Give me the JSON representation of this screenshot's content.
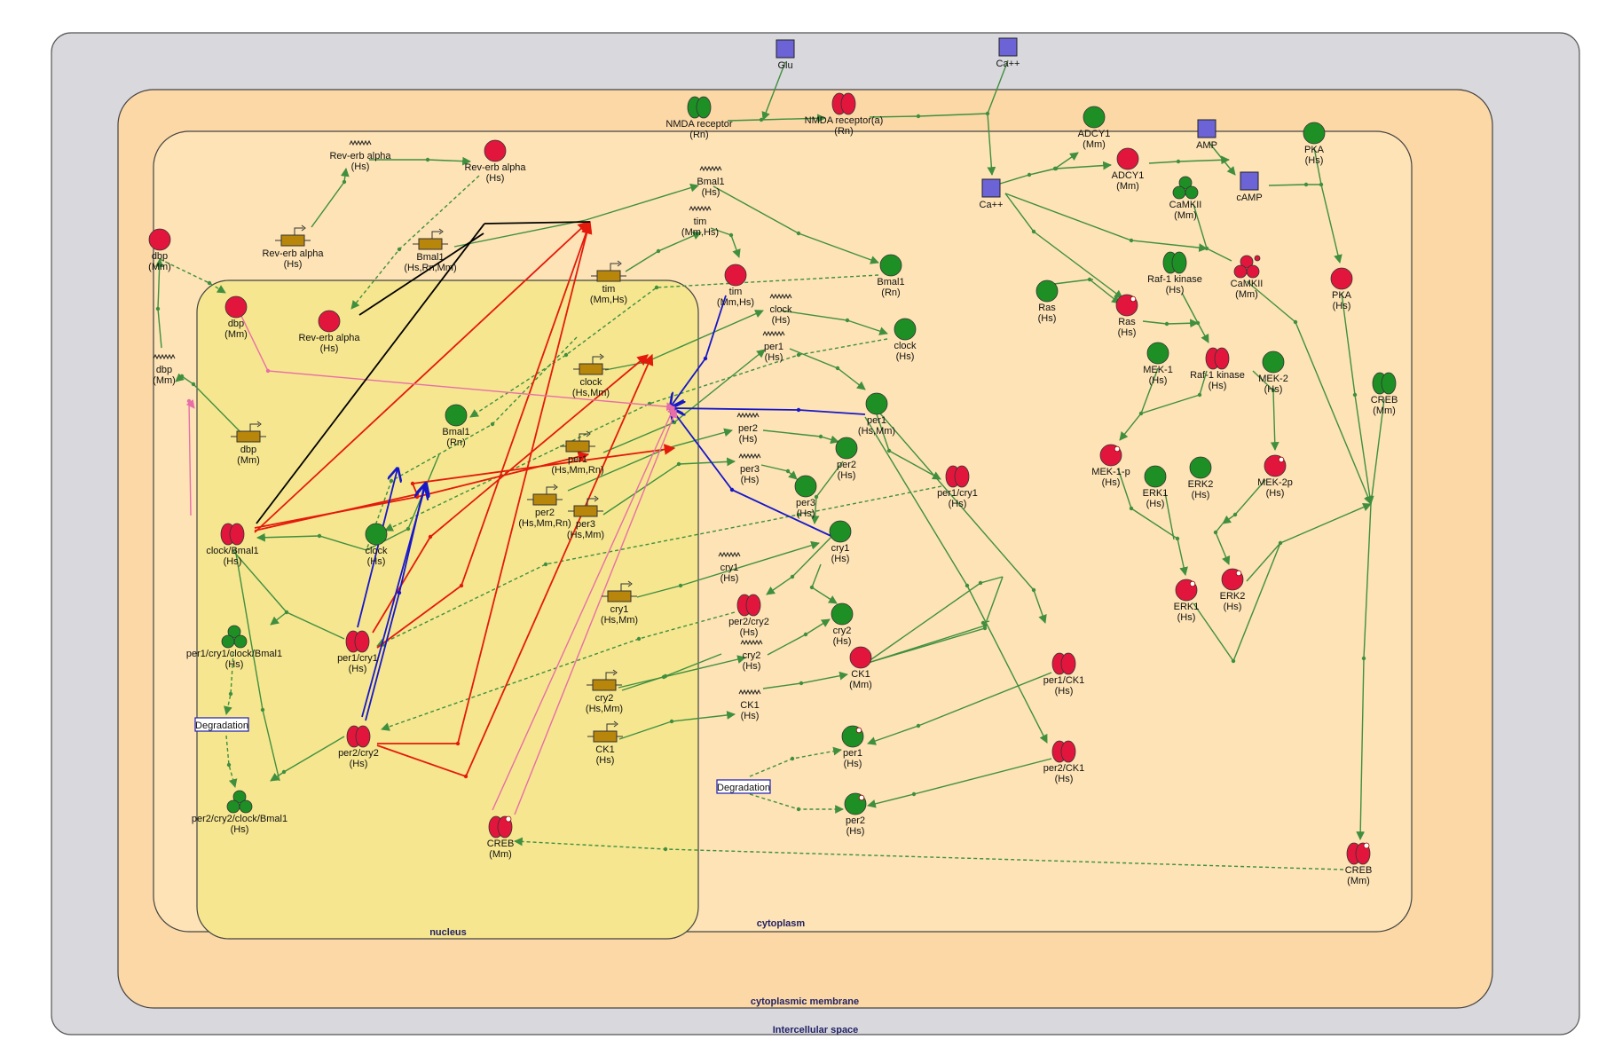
{
  "compartments": {
    "extracellular": "Intercellular space",
    "membrane": "cytoplasmic membrane",
    "cytoplasm": "cytoplasm",
    "nucleus": "nucleus"
  },
  "colors": {
    "extracellular": "#d9d8dd",
    "membrane": "#fbd8a6",
    "cytoplasm": "#fde3b5",
    "nucleus": "#f6e68f",
    "protein_red": "#e2163c",
    "protein_green": "#1e8f25",
    "small_molecule": "#6b63d6",
    "gene": "#b8860b",
    "edge_green": "#3f8f3f",
    "edge_red": "#e41a0c",
    "edge_blue": "#1717c9",
    "edge_pink": "#e86ea8",
    "edge_black": "#000000"
  },
  "nodes": [
    {
      "id": "glu",
      "type": "small-molecule",
      "l1": "Glu",
      "l2": ""
    },
    {
      "id": "ca_ext",
      "type": "small-molecule",
      "l1": "Ca++",
      "l2": ""
    },
    {
      "id": "nmda_rn",
      "type": "receptor-green",
      "l1": "NMDA receptor",
      "l2": "(Rn)"
    },
    {
      "id": "nmda_a_rn",
      "type": "receptor-red",
      "l1": "NMDA receptor(a)",
      "l2": "(Rn)"
    },
    {
      "id": "ca_cyt",
      "type": "small-molecule",
      "l1": "Ca++",
      "l2": ""
    },
    {
      "id": "adcy1_mm",
      "type": "protein-green",
      "l1": "ADCY1",
      "l2": "(Mm)"
    },
    {
      "id": "adcy1_a_mm",
      "type": "protein-red",
      "l1": "ADCY1",
      "l2": "(Mm)"
    },
    {
      "id": "amp",
      "type": "small-molecule",
      "l1": "AMP",
      "l2": ""
    },
    {
      "id": "camp",
      "type": "small-molecule",
      "l1": "cAMP",
      "l2": ""
    },
    {
      "id": "pka_hs",
      "type": "protein-green",
      "l1": "PKA",
      "l2": "(Hs)"
    },
    {
      "id": "pka_a_hs",
      "type": "protein-red",
      "l1": "PKA",
      "l2": "(Hs)"
    },
    {
      "id": "camkii_mm",
      "type": "complex-green",
      "l1": "CaMKII",
      "l2": "(Mm)"
    },
    {
      "id": "camkii_a_mm",
      "type": "complex-red",
      "l1": "CaMKII",
      "l2": "(Mm)"
    },
    {
      "id": "ras_hs",
      "type": "protein-green",
      "l1": "Ras",
      "l2": "(Hs)"
    },
    {
      "id": "ras_a_hs",
      "type": "protein-red-p",
      "l1": "Ras",
      "l2": "(Hs)"
    },
    {
      "id": "raf1_hs",
      "type": "receptor-green",
      "l1": "Raf-1 kinase",
      "l2": "(Hs)"
    },
    {
      "id": "raf1_a_hs",
      "type": "receptor-red",
      "l1": "Raf-1 kinase",
      "l2": "(Hs)"
    },
    {
      "id": "mek1_hs",
      "type": "protein-green",
      "l1": "MEK-1",
      "l2": "(Hs)"
    },
    {
      "id": "mek2_hs",
      "type": "protein-green",
      "l1": "MEK-2",
      "l2": "(Hs)"
    },
    {
      "id": "mek1p_hs",
      "type": "protein-red-p",
      "l1": "MEK-1-p",
      "l2": "(Hs)"
    },
    {
      "id": "mek2p_hs",
      "type": "protein-red-p",
      "l1": "MEK-2p",
      "l2": "(Hs)"
    },
    {
      "id": "erk1_hs",
      "type": "protein-green",
      "l1": "ERK1",
      "l2": "(Hs)"
    },
    {
      "id": "erk2_hs",
      "type": "protein-green",
      "l1": "ERK2",
      "l2": "(Hs)"
    },
    {
      "id": "erk1_a_hs",
      "type": "protein-red-p",
      "l1": "ERK1",
      "l2": "(Hs)"
    },
    {
      "id": "erk2_a_hs",
      "type": "protein-red-p",
      "l1": "ERK2",
      "l2": "(Hs)"
    },
    {
      "id": "creb_cyt_mm",
      "type": "receptor-green",
      "l1": "CREB",
      "l2": "(Mm)"
    },
    {
      "id": "creb_a_cyt_mm",
      "type": "receptor-red-p",
      "l1": "CREB",
      "l2": "(Mm)"
    },
    {
      "id": "creb_nuc_mm",
      "type": "receptor-red-p",
      "l1": "CREB",
      "l2": "(Mm)"
    },
    {
      "id": "reverb_rna",
      "type": "rna",
      "l1": "Rev-erb alpha",
      "l2": "(Hs)"
    },
    {
      "id": "reverb_prot_cyt",
      "type": "protein-red",
      "l1": "Rev-erb alpha",
      "l2": "(Hs)"
    },
    {
      "id": "reverb_gene",
      "type": "gene",
      "l1": "Rev-erb alpha",
      "l2": "(Hs)"
    },
    {
      "id": "bmal1_gene",
      "type": "gene",
      "l1": "Bmal1",
      "l2": "(Hs,Rn,Mm)"
    },
    {
      "id": "reverb_prot_nuc",
      "type": "protein-red",
      "l1": "Rev-erb alpha",
      "l2": "(Hs)"
    },
    {
      "id": "dbp_cyt",
      "type": "protein-red",
      "l1": "dbp",
      "l2": "(Mm)"
    },
    {
      "id": "dbp_nuc",
      "type": "protein-red",
      "l1": "dbp",
      "l2": "(Mm)"
    },
    {
      "id": "dbp_rna",
      "type": "rna",
      "l1": "dbp",
      "l2": "(Mm)"
    },
    {
      "id": "dbp_gene",
      "type": "gene",
      "l1": "dbp",
      "l2": "(Mm)"
    },
    {
      "id": "bmal1_rna",
      "type": "rna",
      "l1": "Bmal1",
      "l2": "(Hs)"
    },
    {
      "id": "bmal1_cyt",
      "type": "protein-green",
      "l1": "Bmal1",
      "l2": "(Rn)"
    },
    {
      "id": "bmal1_nuc",
      "type": "protein-green",
      "l1": "Bmal1",
      "l2": "(Rn)"
    },
    {
      "id": "tim_rna",
      "type": "rna",
      "l1": "tim",
      "l2": "(Mm,Hs)"
    },
    {
      "id": "tim_gene",
      "type": "gene",
      "l1": "tim",
      "l2": "(Mm,Hs)"
    },
    {
      "id": "tim_prot",
      "type": "protein-red",
      "l1": "tim",
      "l2": "(Mm,Hs)"
    },
    {
      "id": "clock_rna",
      "type": "rna",
      "l1": "clock",
      "l2": "(Hs)"
    },
    {
      "id": "clock_cyt",
      "type": "protein-green",
      "l1": "clock",
      "l2": "(Hs)"
    },
    {
      "id": "clock_gene",
      "type": "gene",
      "l1": "clock",
      "l2": "(Hs,Mm)"
    },
    {
      "id": "clock_nuc",
      "type": "protein-green",
      "l1": "clock",
      "l2": "(Hs)"
    },
    {
      "id": "per1_rna",
      "type": "rna",
      "l1": "per1",
      "l2": "(Hs)"
    },
    {
      "id": "per1_cyt",
      "type": "protein-green",
      "l1": "per1",
      "l2": "(Hs,Mm)"
    },
    {
      "id": "per1_gene",
      "type": "gene",
      "l1": "per1",
      "l2": "(Hs,Mm,Rn)"
    },
    {
      "id": "per2_rna",
      "type": "rna",
      "l1": "per2",
      "l2": "(Hs)"
    },
    {
      "id": "per2_cyt",
      "type": "protein-green",
      "l1": "per2",
      "l2": "(Hs)"
    },
    {
      "id": "per2_gene",
      "type": "gene",
      "l1": "per2",
      "l2": "(Hs,Mm,Rn)"
    },
    {
      "id": "per3_rna",
      "type": "rna",
      "l1": "per3",
      "l2": "(Hs)"
    },
    {
      "id": "per3_cyt",
      "type": "protein-green",
      "l1": "per3",
      "l2": "(Hs)"
    },
    {
      "id": "per3_gene",
      "type": "gene",
      "l1": "per3",
      "l2": "(Hs,Mm)"
    },
    {
      "id": "per1cry1_cyt",
      "type": "receptor-red",
      "l1": "per1/cry1",
      "l2": "(Hs)"
    },
    {
      "id": "cry1_rna",
      "type": "rna",
      "l1": "cry1",
      "l2": "(Hs)"
    },
    {
      "id": "cry1_cyt",
      "type": "protein-green",
      "l1": "cry1",
      "l2": "(Hs)"
    },
    {
      "id": "cry1_gene",
      "type": "gene",
      "l1": "cry1",
      "l2": "(Hs,Mm)"
    },
    {
      "id": "per2cry2_cyt",
      "type": "receptor-red",
      "l1": "per2/cry2",
      "l2": "(Hs)"
    },
    {
      "id": "cry2_rna",
      "type": "rna",
      "l1": "cry2",
      "l2": "(Hs)"
    },
    {
      "id": "cry2_cyt",
      "type": "protein-green",
      "l1": "cry2",
      "l2": "(Hs)"
    },
    {
      "id": "cry2_gene",
      "type": "gene",
      "l1": "cry2",
      "l2": "(Hs,Mm)"
    },
    {
      "id": "ck1_rna",
      "type": "rna",
      "l1": "CK1",
      "l2": "(Hs)"
    },
    {
      "id": "ck1_gene",
      "type": "gene",
      "l1": "CK1",
      "l2": "(Hs)"
    },
    {
      "id": "ck1_prot",
      "type": "protein-red",
      "l1": "CK1",
      "l2": "(Mm)"
    },
    {
      "id": "per1ck1",
      "type": "receptor-red",
      "l1": "per1/CK1",
      "l2": "(Hs)"
    },
    {
      "id": "per2ck1",
      "type": "receptor-red",
      "l1": "per2/CK1",
      "l2": "(Hs)"
    },
    {
      "id": "per1_p",
      "type": "protein-green-p",
      "l1": "per1",
      "l2": "(Hs)"
    },
    {
      "id": "per2_p",
      "type": "protein-green-p",
      "l1": "per2",
      "l2": "(Hs)"
    },
    {
      "id": "clockbmal1",
      "type": "receptor-red",
      "l1": "clock/Bmal1",
      "l2": "(Hs)"
    },
    {
      "id": "per1cry1_nuc",
      "type": "receptor-red",
      "l1": "per1/cry1",
      "l2": "(Hs)"
    },
    {
      "id": "per2cry2_nuc",
      "type": "receptor-red",
      "l1": "per2/cry2",
      "l2": "(Hs)"
    },
    {
      "id": "cplx1",
      "type": "complex-green",
      "l1": "per1/cry1/clock/Bmal1",
      "l2": "(Hs)"
    },
    {
      "id": "cplx2",
      "type": "complex-green",
      "l1": "per2/cry2/clock/Bmal1",
      "l2": "(Hs)"
    },
    {
      "id": "deg_nuc",
      "type": "degradation",
      "l1": "Degradation",
      "l2": ""
    },
    {
      "id": "deg_cyt",
      "type": "degradation",
      "l1": "Degradation",
      "l2": ""
    }
  ]
}
